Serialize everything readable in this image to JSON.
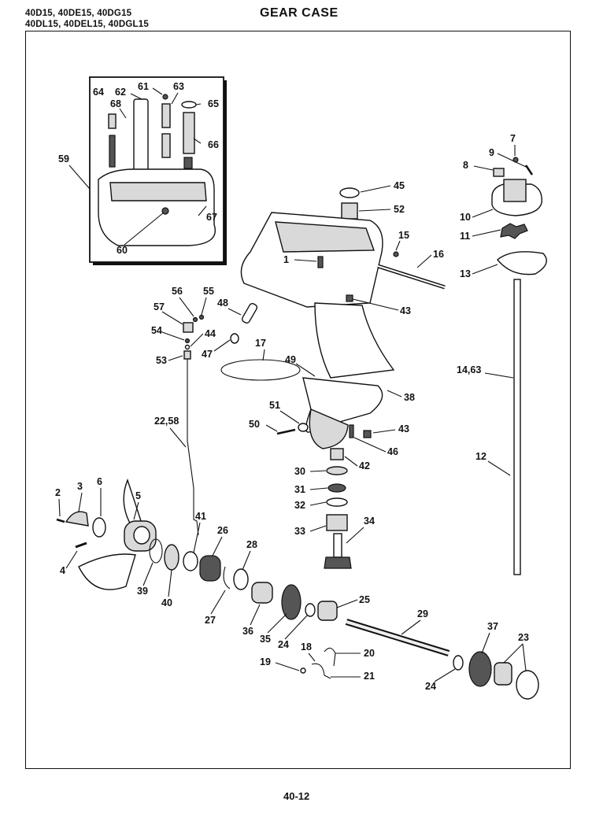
{
  "header": {
    "models_line1": "40D15, 40DE15, 40DG15",
    "models_line2": "40DL15, 40DEL15, 40DGL15",
    "title": "GEAR CASE"
  },
  "footer": {
    "page_number": "40-12"
  },
  "callouts": {
    "c61": "61",
    "c62": "62",
    "c63": "63",
    "c64": "64",
    "c65": "65",
    "c66": "66",
    "c67": "67",
    "c68": "68",
    "c59": "59",
    "c60": "60",
    "c7": "7",
    "c8": "8",
    "c9": "9",
    "c10": "10",
    "c11": "11",
    "c13": "13",
    "c14_63": "14,63",
    "c12": "12",
    "c45": "45",
    "c52": "52",
    "c15": "15",
    "c16": "16",
    "c1": "1",
    "c43a": "43",
    "c43b": "43",
    "c56": "56",
    "c55": "55",
    "c57": "57",
    "c48": "48",
    "c54": "54",
    "c44": "44",
    "c53": "53",
    "c47": "47",
    "c17": "17",
    "c49": "49",
    "c38": "38",
    "c51": "51",
    "c50": "50",
    "c46": "46",
    "c42": "42",
    "c22_58": "22,58",
    "c30": "30",
    "c31": "31",
    "c32": "32",
    "c33": "33",
    "c34": "34",
    "c2": "2",
    "c3": "3",
    "c6": "6",
    "c5": "5",
    "c4": "4",
    "c41": "41",
    "c26": "26",
    "c28": "28",
    "c39": "39",
    "c40": "40",
    "c27": "27",
    "c36": "36",
    "c35": "35",
    "c24a": "24",
    "c25": "25",
    "c29": "29",
    "c37": "37",
    "c23": "23",
    "c18": "18",
    "c19": "19",
    "c20": "20",
    "c21": "21",
    "c24b": "24"
  }
}
